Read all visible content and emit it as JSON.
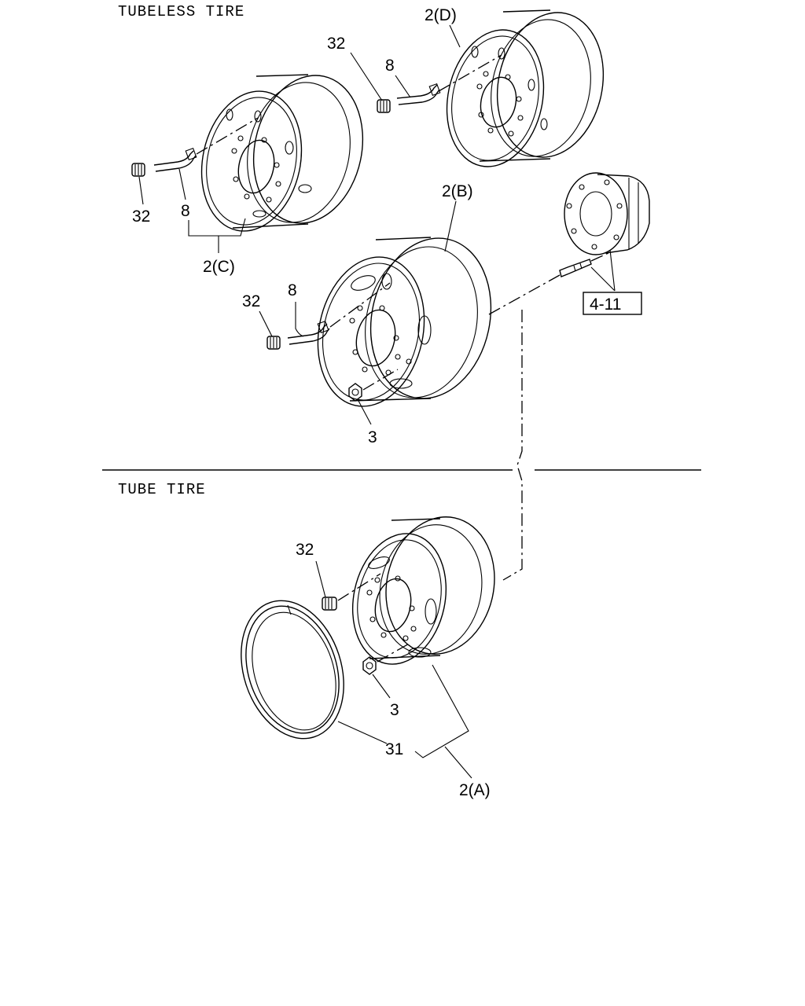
{
  "sections": {
    "tubeless": "TUBELESS TIRE",
    "tube": "TUBE TIRE"
  },
  "callouts": {
    "wheel_d": "2(D)",
    "cap_d": "32",
    "valve_d": "8",
    "cap_c": "32",
    "valve_c": "8",
    "wheel_c": "2(C)",
    "wheel_b": "2(B)",
    "cap_b": "32",
    "valve_b": "8",
    "nut_b": "3",
    "ref_hub": "4-11",
    "cap_a": "32",
    "nut_a": "3",
    "flap_a": "31",
    "wheel_a": "2(A)"
  }
}
